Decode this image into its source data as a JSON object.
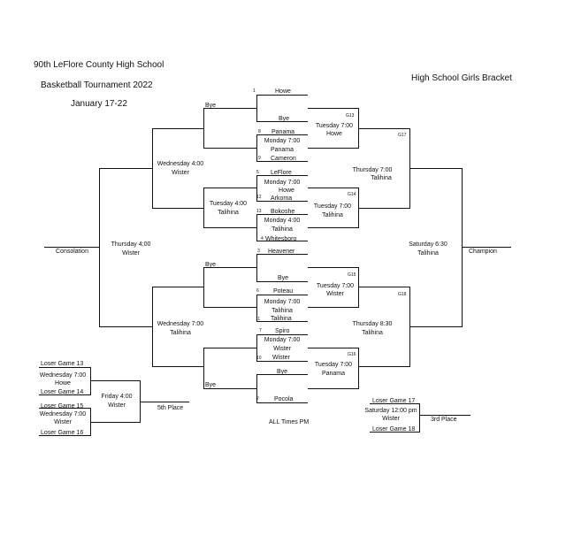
{
  "header": {
    "title_line1": "90th LeFlore County High School",
    "title_line2": "Basketball Tournament  2022",
    "dates": "January  17-22",
    "bracket_name": "High School Girls Bracket"
  },
  "top_half": {
    "line_howe": "Howe",
    "seed1": "1",
    "line_bye1": "Bye",
    "bye_label1": "Bye",
    "seed8": "8",
    "line_panama": "Panama",
    "g_mon1_day": "Monday  7:00",
    "g_mon1_loc": "Panama",
    "seed9": "9",
    "line_cameron": "Cameron",
    "g13_num": "G13",
    "g13_day": "Tuesday  7:00",
    "g13_loc": "Howe",
    "seed5": "5",
    "line_leflore": "LeFlore",
    "g_mon2_day": "Monday  7:00",
    "g_mon2_loc": "Howe",
    "seed12": "12",
    "line_arkoma": "Arkoma",
    "seed13": "13",
    "line_bokoshe": "Bokoshe",
    "g_mon3_day": "Monday  4:00",
    "g_mon3_loc": "Talihina",
    "seed4": "4",
    "line_whitesboro": "Whitesboro",
    "g14_num": "G14",
    "g14_day": "Tuesday  7:00",
    "g14_loc": "Talihina",
    "g_tue1_day": "Tuesday  4:00",
    "g_tue1_loc": "Talihina",
    "g_wed1_day": "Wednesday  4:00",
    "g_wed1_loc": "Wister",
    "g17_num": "G17",
    "g_thu1_day": "Thursday  7:00",
    "g_thu1_loc": "Talihina"
  },
  "bottom_half": {
    "seed3": "3",
    "line_heavener": "Heavener",
    "bye_label2": "Bye",
    "line_bye2": "Bye",
    "seed6": "6",
    "line_poteau": "Poteau",
    "g_mon4_day": "Monday  7:00",
    "g_mon4_loc": "Talihina",
    "seed11": "11",
    "line_talihina": "Talihina",
    "g15_num": "G15",
    "g15_day": "Tuesday  7:00",
    "g15_loc": "Wister",
    "seed7": "7",
    "line_spiro": "Spiro",
    "g_mon5_day": "Monday  7:00",
    "g_mon5_loc": "Wister",
    "seed10": "10",
    "line_wister": "Wister",
    "g16_num": "G16",
    "g16_day": "Tuesday  7:00",
    "g16_loc": "Panama",
    "line_bye3": "Bye",
    "bye_label3": "Bye",
    "seed2": "2",
    "line_pocola": "Pocola",
    "g_wed2_day": "Wednesday  7:00",
    "g_wed2_loc": "Talihina",
    "g18_num": "G18",
    "g_thu2_day": "Thursday  8:30",
    "g_thu2_loc": "Talihina"
  },
  "finals": {
    "consolation_label": "Consolation",
    "g_thu3_day": "Thursday  4:00",
    "g_thu3_loc": "Wister",
    "g_sat_day": "Saturday  6:30",
    "g_sat_loc": "Talihina",
    "champion_label": "Champion"
  },
  "fifth_place": {
    "loser13": "Loser Game 13",
    "loser14": "Loser Game 14",
    "g1_day": "Wednesday  7:00",
    "g1_loc": "Howe",
    "loser15": "Loser Game 15",
    "loser16": "Loser Game 16",
    "g2_day": "Wednesday  7:00",
    "g2_loc": "Wister",
    "fri_day": "Friday  4:00",
    "fri_loc": "Wister",
    "label": "5th Place"
  },
  "third_place": {
    "loser17": "Loser Game 17",
    "loser18": "Loser Game 18",
    "sat_day": "Saturday 12:00 pm",
    "sat_loc": "Wister",
    "label": "3rd Place"
  },
  "footer": {
    "note": "ALL Times PM"
  }
}
